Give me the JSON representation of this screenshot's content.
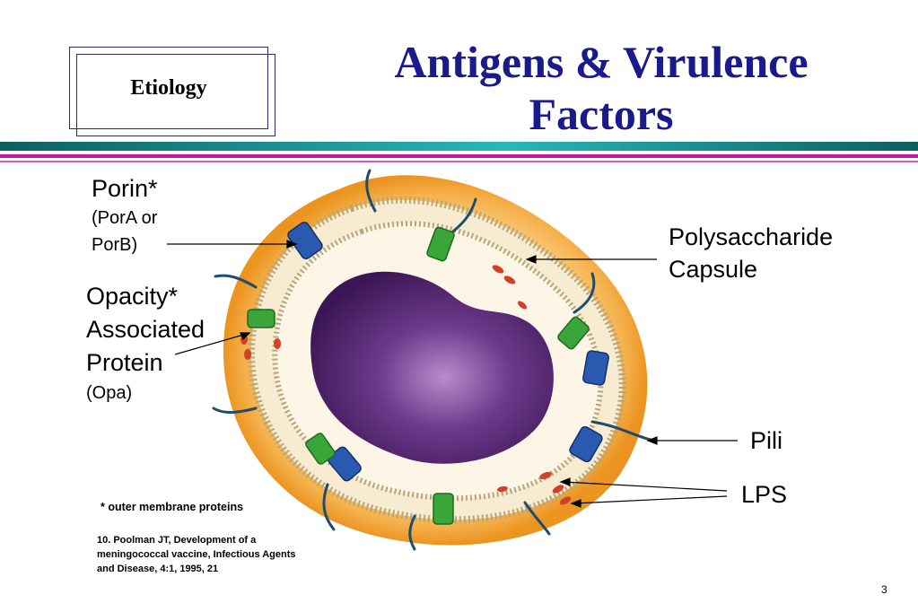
{
  "section": "Etiology",
  "title": "Antigens & Virulence Factors",
  "labels": {
    "porin": "Porin*",
    "porin_detail_1": "(PorA or",
    "porin_detail_2": "PorB)",
    "opacity_1": "Opacity*",
    "opacity_2": "Associated",
    "opacity_3": "Protein",
    "opacity_4": "(Opa)",
    "capsule_1": "Polysaccharide",
    "capsule_2": "Capsule",
    "pili": "Pili",
    "lps": "LPS"
  },
  "footnote": "*  outer membrane proteins",
  "reference": "10.  Poolman JT, Development of a meningococcal vaccine,  Infectious Agents and Disease, 4:1, 1995, 21",
  "page_number": "3",
  "colors": {
    "title": "#1a1a8c",
    "stripe_teal": "#1aa0a0",
    "stripe_magenta": "#c8189a",
    "capsule": "#f2a63a",
    "nucleoid": "#5a2a78",
    "porin_protein": "#2a5ab0",
    "opa_protein": "#3aa63a",
    "lps": "#d0402a"
  }
}
